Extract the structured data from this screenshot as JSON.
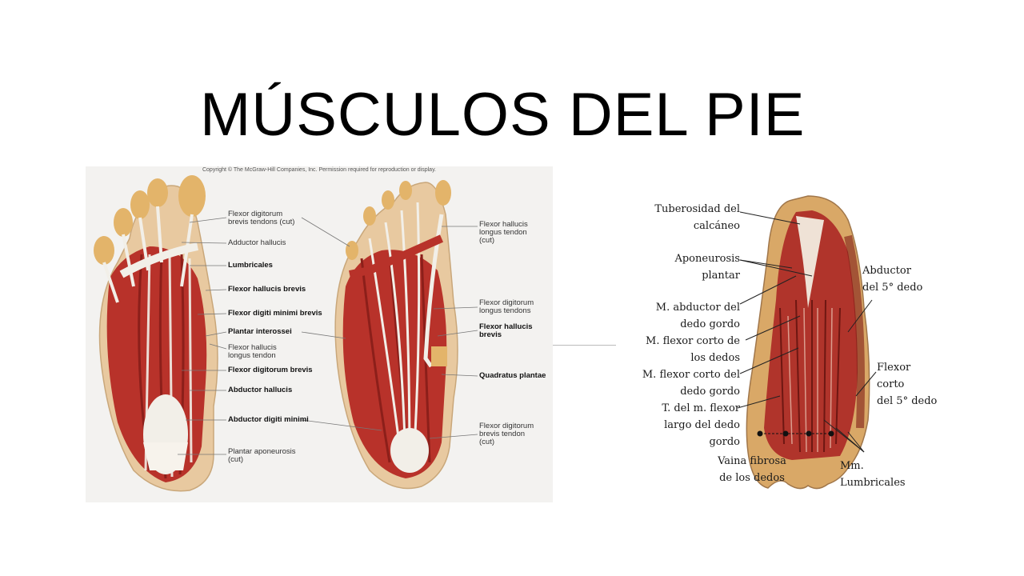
{
  "title": "MÚSCULOS DEL PIE",
  "left_figure": {
    "copyright": "Copyright © The McGraw-Hill Companies, Inc. Permission required for reproduction or display.",
    "labels": [
      {
        "lines": [
          "Flexor digitorum",
          "brevis tendons (cut)"
        ],
        "bold": false
      },
      {
        "lines": [
          "Adductor hallucis"
        ],
        "bold": false
      },
      {
        "lines": [
          "Lumbricales"
        ],
        "bold": true
      },
      {
        "lines": [
          "Flexor hallucis brevis"
        ],
        "bold": true
      },
      {
        "lines": [
          "Flexor digiti minimi brevis"
        ],
        "bold": true
      },
      {
        "lines": [
          "Plantar interossei"
        ],
        "bold": true
      },
      {
        "lines": [
          "Flexor hallucis",
          "longus tendon"
        ],
        "bold": false
      },
      {
        "lines": [
          "Flexor digitorum brevis"
        ],
        "bold": true
      },
      {
        "lines": [
          "Abductor hallucis"
        ],
        "bold": true
      },
      {
        "lines": [
          "Abductor digiti minimi"
        ],
        "bold": true
      },
      {
        "lines": [
          "Plantar aponeurosis",
          "(cut)"
        ],
        "bold": false
      },
      {
        "lines": [
          "Flexor hallucis",
          "longus tendon",
          "(cut)"
        ],
        "bold": false
      },
      {
        "lines": [
          "Flexor digitorum",
          "longus tendons"
        ],
        "bold": false
      },
      {
        "lines": [
          "Flexor hallucis",
          "brevis"
        ],
        "bold": true
      },
      {
        "lines": [
          "Quadratus plantae"
        ],
        "bold": true
      },
      {
        "lines": [
          "Flexor digitorum",
          "brevis tendon",
          "(cut)"
        ],
        "bold": false
      }
    ]
  },
  "right_figure": {
    "labels": [
      {
        "lines": [
          "Tuberosidad del",
          "calcáneo"
        ]
      },
      {
        "lines": [
          "Aponeurosis",
          "plantar"
        ]
      },
      {
        "lines": [
          "M. abductor del",
          "dedo gordo"
        ]
      },
      {
        "lines": [
          "M. flexor corto de",
          "los dedos"
        ]
      },
      {
        "lines": [
          "M. flexor corto del",
          "dedo gordo"
        ]
      },
      {
        "lines": [
          "T. del m. flexor",
          "largo del dedo",
          "gordo"
        ]
      },
      {
        "lines": [
          "Vaina fibrosa",
          "de los dedos"
        ]
      },
      {
        "lines": [
          "Abductor",
          "del 5° dedo"
        ]
      },
      {
        "lines": [
          "Flexor",
          "corto",
          "del 5° dedo"
        ]
      },
      {
        "lines": [
          "Mm.",
          "Lumbricales"
        ]
      }
    ]
  },
  "colors": {
    "muscle": "#b8322a",
    "muscle_dark": "#8c1f1a",
    "skin": "#e8c9a0",
    "tendon": "#f2efe8",
    "fat": "#e3b46a"
  }
}
